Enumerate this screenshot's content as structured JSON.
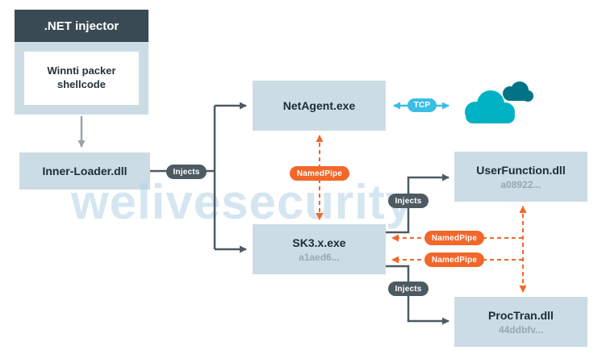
{
  "watermark": "welivesecurity",
  "colors": {
    "node_fill": "#ccdce4",
    "dark_slate_header": "#3a4a54",
    "connector_dark": "#4d5a62",
    "namedpipe_orange": "#f2672a",
    "tcp_cyan": "#39bee6",
    "cloud_front": "#00b2c3",
    "cloud_back": "#007387",
    "hash_text": "#94a9b4"
  },
  "nodes": {
    "injector_header": ".NET injector",
    "shellcode": "Winnti packer shellcode",
    "inner_loader": "Inner-Loader.dll",
    "netagent": "NetAgent.exe",
    "sk3": {
      "title": "SK3.x.exe",
      "hash": "a1aed6..."
    },
    "userfunction": {
      "title": "UserFunction.dll",
      "hash": "a08922..."
    },
    "proctran": {
      "title": "ProcTran.dll",
      "hash": "44ddbfv..."
    }
  },
  "labels": {
    "injects": "Injects",
    "namedpipe": "NamedPipe",
    "tcp": "TCP"
  }
}
